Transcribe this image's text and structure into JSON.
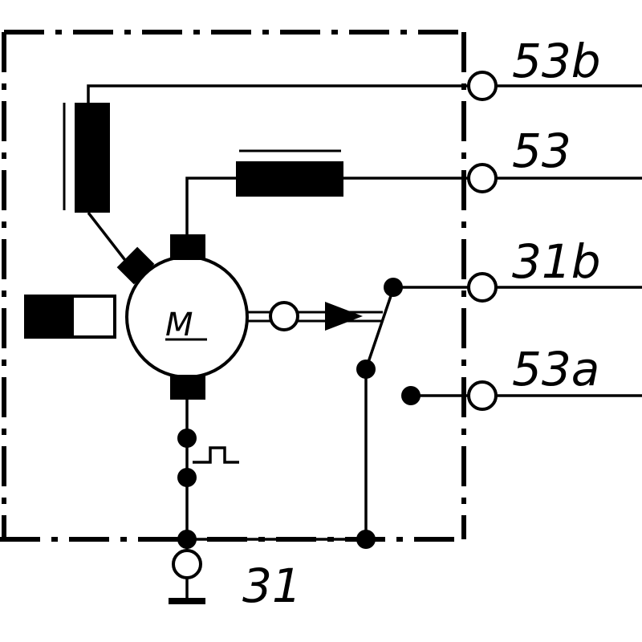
{
  "terminals": {
    "t53b": "53b",
    "t53": "53",
    "t31b": "31b",
    "t53a": "53a",
    "t31": "31"
  },
  "motor": {
    "label": "M"
  },
  "colors": {
    "ink": "#000000",
    "paper": "#ffffff"
  }
}
